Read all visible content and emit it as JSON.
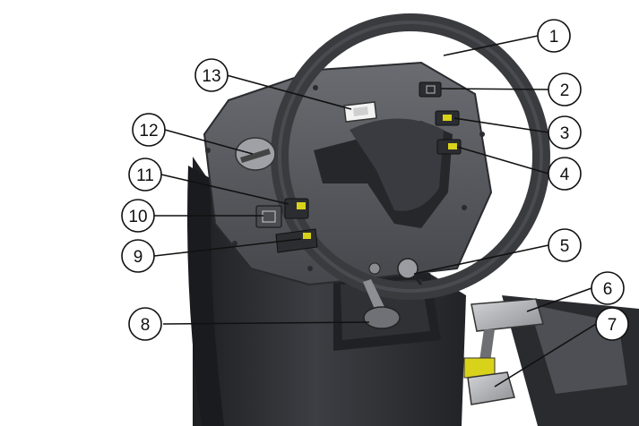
{
  "callouts": [
    {
      "id": "1",
      "label": "1"
    },
    {
      "id": "2",
      "label": "2"
    },
    {
      "id": "3",
      "label": "3"
    },
    {
      "id": "4",
      "label": "4"
    },
    {
      "id": "5",
      "label": "5"
    },
    {
      "id": "6",
      "label": "6"
    },
    {
      "id": "7",
      "label": "7"
    },
    {
      "id": "8",
      "label": "8"
    },
    {
      "id": "9",
      "label": "9"
    },
    {
      "id": "10",
      "label": "10"
    },
    {
      "id": "11",
      "label": "11"
    },
    {
      "id": "12",
      "label": "12"
    },
    {
      "id": "13",
      "label": "13"
    }
  ],
  "colors": {
    "body_dark": "#2b2c30",
    "panel": "#55575c",
    "wheel": "#3a3b3f",
    "indicator_yellow": "#d9d21a",
    "pedal_grey": "#b9babd",
    "line": "#111111"
  }
}
